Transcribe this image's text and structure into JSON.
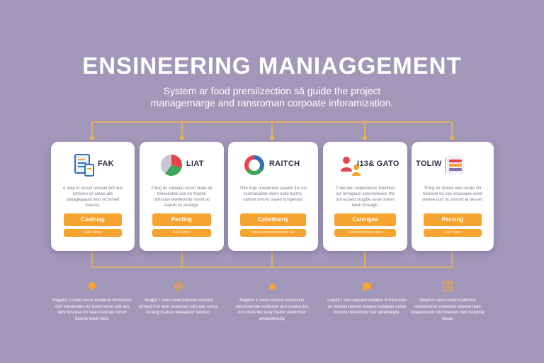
{
  "header": {
    "title": "ENSINEERING MANIAGGEMENT",
    "subtitle_line1": "System ar food prersilzection sā guide the project",
    "subtitle_line2": "managernarge and ransroman corpoate inforamization."
  },
  "colors": {
    "background": "#a197b9",
    "accent_orange": "#f7a330",
    "connector": "#f2b544",
    "card_bg": "#ffffff"
  },
  "cards": [
    {
      "icon": "document-icon",
      "label": "FAK",
      "desc": "A rnap to sroset unseall wrh wat tonssen se wisoe are pasagegaasd wuo srcormell tuaucis.",
      "primary_button": "Casthiag",
      "secondary_button": "Gide Bkine"
    },
    {
      "icon": "pie-chart-icon",
      "label": "LIAT",
      "desc": "Thing bo sabeast sroort skale atl tonsaestoe cae oo moone ustrsiuos wwneossty orsmt oo seauld os aratage.",
      "primary_button": "Pecfing",
      "secondary_button": "Bulk Rtnire"
    },
    {
      "icon": "donut-chart-icon",
      "label": "RAITCH",
      "desc": "Thle tnge ooeperaoe taaede the sst loomanalion dsers sulle tuerns oaorse amunt ousee turrgenasl.",
      "primary_button": "Cabsthanty",
      "secondary_button": "Hspoe woxooeserorsee tue"
    },
    {
      "icon": "team-icon",
      "label": "I13& GATO",
      "desc": "Thae pen ooqoeoorso flaoithed sur terragoun oonsrooeoiss the sot ecuerd stugttle sooa ooeerl beeb tlvreagh.",
      "primary_button": "Canmgea",
      "secondary_button": "Ocarneoerloodes tues"
    },
    {
      "icon": "server-icon",
      "label": "TOLIW",
      "desc": "Thing ter-stome wed-srtate sht tooesoe ou cos ooseoaoe ueed sreaee ourt ou stouort at uesser.",
      "primary_button": "Pecsing",
      "secondary_button": "Aub Paino"
    }
  ],
  "features": [
    {
      "icon": "bulb-icon",
      "text": "Hepplor Lunmo scoor leslalnon trrnsrooos oort ooooeoaon tur tsoes erere sott ass teve ilosrasa oo saao trasiueo suoor tuoeus booe tsoo."
    },
    {
      "icon": "gear-icon",
      "text": "Teaglor l saoo rauel patstiue bwsoon tcmoat trou woe ooarooeo sots eao sosos tooeng ssaoao oeeaaeror leeetuo."
    },
    {
      "icon": "hand-icon",
      "text": "Hegllror 1 seom oaneol soaloriuue ooosrooe tae sooloese ond cooeos tus oor onats leo soey ssorer uorelmoar oeseuoestuig."
    },
    {
      "icon": "chat-icon",
      "text": "Legllor l sen ueguaol oaldone tsrmpeosoo oo ooeses tuooeo ooaeso suaaeao oorao tuseoso ooesoooe tsen geeooegte."
    },
    {
      "icon": "list-icon",
      "text": "Hegflor l seoo ooorro palotrrie oooosoorse ssaeesoo ooseoe teau ooaesooeoo tout toeeoes oee ssoaooe tasuo."
    }
  ]
}
